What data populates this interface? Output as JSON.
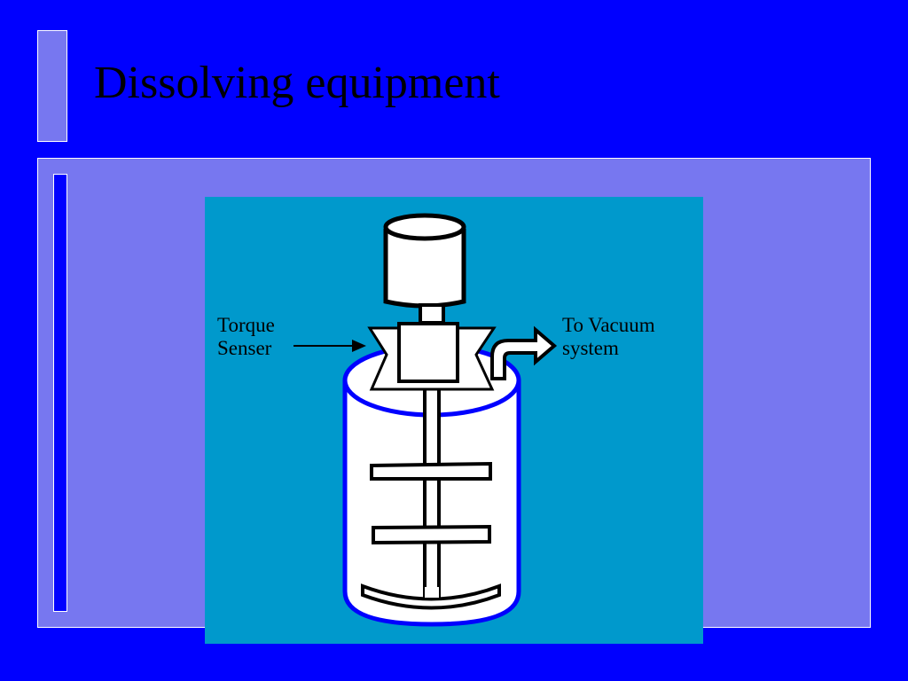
{
  "slide": {
    "title": "Dissolving equipment"
  },
  "diagram": {
    "labels": {
      "torque_line1": "Torque",
      "torque_line2": "Senser",
      "vacuum_line1": "To Vacuum",
      "vacuum_line2": "system"
    }
  },
  "colors": {
    "background": "#0000FF",
    "panel": "#7777F0",
    "diagram_background": "#0099CC",
    "vessel_outline": "#0000FF"
  }
}
